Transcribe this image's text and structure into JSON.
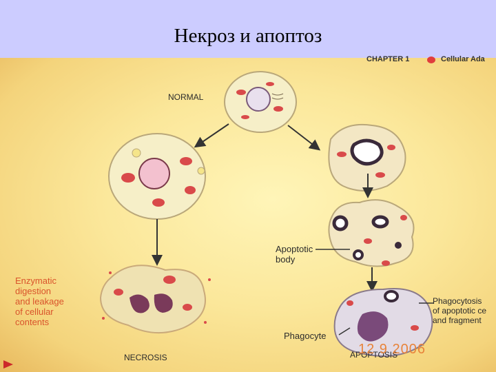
{
  "slide": {
    "title": "Некроз и апоптоз"
  },
  "figure": {
    "page_header": {
      "chapter": "CHAPTER 1",
      "section": "Cellular Ada"
    },
    "labels": {
      "normal": "NORMAL",
      "apoptotic_body": "Apoptotic\nbody",
      "enzymatic": "Enzymatic\ndigestion\nand leakage\nof cellular\ncontents",
      "phagocytosis": "Phagocytosis\nof apoptotic ce\nand fragment",
      "phagocyte": "Phagocyte",
      "necrosis": "NECROSIS",
      "apoptosis": "APOPTOSIS"
    },
    "date_stamp": "12  9 2006",
    "colors": {
      "title_bar": "#ccccff",
      "organelle": "#d94a4a",
      "label_red": "#d9532b",
      "date_stamp": "#e8833a"
    }
  }
}
